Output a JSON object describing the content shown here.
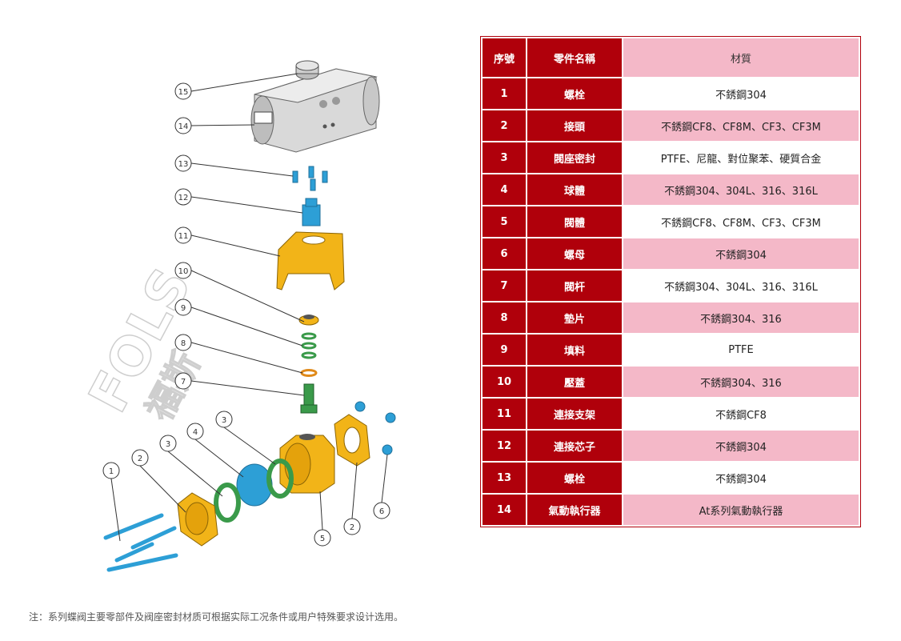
{
  "table": {
    "headers": {
      "no": "序號",
      "name": "零件名稱",
      "material": "材質"
    },
    "rows": [
      {
        "no": "1",
        "name": "螺栓",
        "material": "不銹鋼304"
      },
      {
        "no": "2",
        "name": "接頭",
        "material": "不銹鋼CF8、CF8M、CF3、CF3M"
      },
      {
        "no": "3",
        "name": "閥座密封",
        "material": "PTFE、尼龍、對位聚苯、硬質合金"
      },
      {
        "no": "4",
        "name": "球體",
        "material": "不銹鋼304、304L、316、316L"
      },
      {
        "no": "5",
        "name": "閥體",
        "material": "不銹鋼CF8、CF8M、CF3、CF3M"
      },
      {
        "no": "6",
        "name": "螺母",
        "material": "不銹鋼304"
      },
      {
        "no": "7",
        "name": "閥杆",
        "material": "不銹鋼304、304L、316、316L"
      },
      {
        "no": "8",
        "name": "墊片",
        "material": "不銹鋼304、316"
      },
      {
        "no": "9",
        "name": "填料",
        "material": "PTFE"
      },
      {
        "no": "10",
        "name": "壓蓋",
        "material": "不銹鋼304、316"
      },
      {
        "no": "11",
        "name": "連接支架",
        "material": "不銹鋼CF8"
      },
      {
        "no": "12",
        "name": "連接芯子",
        "material": "不銹鋼304"
      },
      {
        "no": "13",
        "name": "螺栓",
        "material": "不銹鋼304"
      },
      {
        "no": "14",
        "name": "氣動執行器",
        "material": "At系列氣動執行器"
      }
    ]
  },
  "diagram": {
    "callouts": [
      "15",
      "14",
      "13",
      "12",
      "11",
      "10",
      "9",
      "8",
      "7",
      "1",
      "2",
      "3",
      "4",
      "3",
      "5",
      "2",
      "6"
    ]
  },
  "watermark": {
    "text": "FOLS",
    "sub": "福斯"
  },
  "colors": {
    "header_red": "#b0000b",
    "pink": "#f4b8c8",
    "part_yellow": "#f2b418",
    "part_green": "#3a9a4a",
    "part_blue": "#2d9fd6"
  },
  "footnote": "注：系列蝶阀主要零部件及阀座密封材质可根据实际工况条件或用户特殊要求设计选用。"
}
